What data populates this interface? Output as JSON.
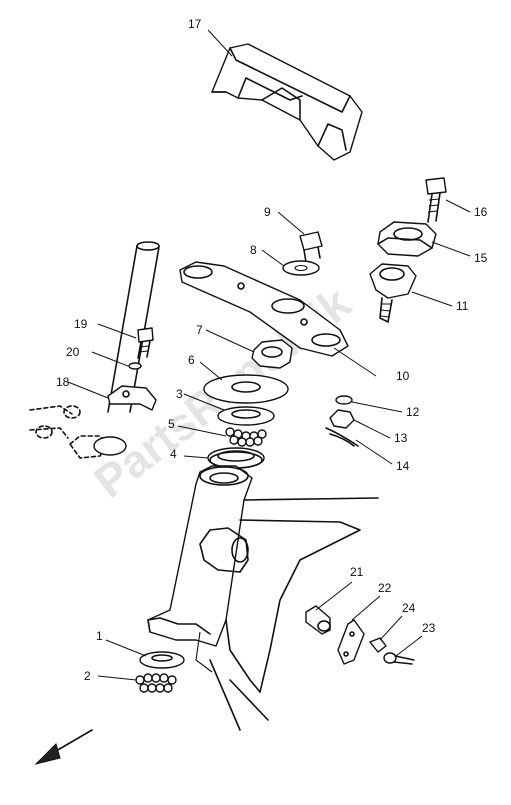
{
  "watermark": "PartsRepublik",
  "callouts": [
    {
      "id": "c17",
      "label": "17"
    },
    {
      "id": "c16",
      "label": "16"
    },
    {
      "id": "c9",
      "label": "9"
    },
    {
      "id": "c15",
      "label": "15"
    },
    {
      "id": "c8",
      "label": "8"
    },
    {
      "id": "c11",
      "label": "11"
    },
    {
      "id": "c19",
      "label": "19"
    },
    {
      "id": "c7",
      "label": "7"
    },
    {
      "id": "c20",
      "label": "20"
    },
    {
      "id": "c6",
      "label": "6"
    },
    {
      "id": "c10",
      "label": "10"
    },
    {
      "id": "c18",
      "label": "18"
    },
    {
      "id": "c3",
      "label": "3"
    },
    {
      "id": "c12",
      "label": "12"
    },
    {
      "id": "c5",
      "label": "5"
    },
    {
      "id": "c13",
      "label": "13"
    },
    {
      "id": "c4",
      "label": "4"
    },
    {
      "id": "c14",
      "label": "14"
    },
    {
      "id": "c21",
      "label": "21"
    },
    {
      "id": "c22",
      "label": "22"
    },
    {
      "id": "c24",
      "label": "24"
    },
    {
      "id": "c23",
      "label": "23"
    },
    {
      "id": "c1",
      "label": "1"
    },
    {
      "id": "c2",
      "label": "2"
    }
  ]
}
